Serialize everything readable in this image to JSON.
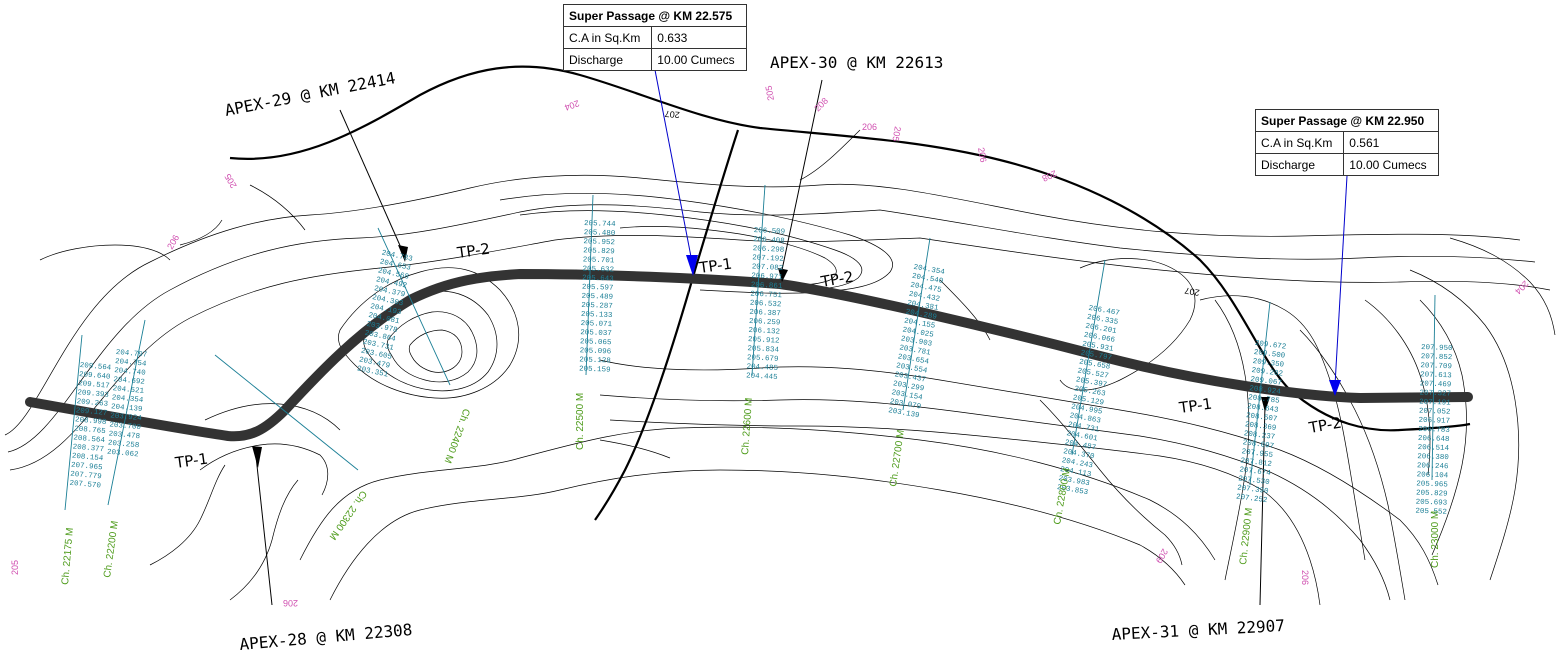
{
  "passages": [
    {
      "title": "Super Passage @ KM 22.575",
      "ca_label": "C.A in Sq.Km",
      "ca_value": "0.633",
      "discharge_label": "Discharge",
      "discharge_value": "10.00 Cumecs"
    },
    {
      "title": "Super Passage @ KM 22.950",
      "ca_label": "C.A in Sq.Km",
      "ca_value": "0.561",
      "discharge_label": "Discharge",
      "discharge_value": "10.00 Cumecs"
    }
  ],
  "apex_labels": [
    "APEX-28 @ KM 22308",
    "APEX-29 @ KM 22414",
    "APEX-30 @ KM 22613",
    "APEX-31 @ KM 22907"
  ],
  "tp_labels": [
    "TP-1",
    "TP-2",
    "TP-1",
    "TP-2",
    "TP-1",
    "TP-2"
  ],
  "chainages": [
    "Ch. 22175 M",
    "Ch. 22200 M",
    "Ch. 22300 M",
    "Ch. 22400 M",
    "Ch. 22500 M",
    "Ch. 22600 M",
    "Ch. 22700 M",
    "Ch. 22800 M",
    "Ch. 22900 M",
    "Ch. 23000 M"
  ],
  "contour_labels": [
    "205",
    "206",
    "204",
    "207",
    "205",
    "208",
    "206",
    "205",
    "206",
    "208",
    "207",
    "206",
    "206",
    "205",
    "204",
    "209"
  ],
  "level_columns": [
    [
      "209.564",
      "209.640",
      "209.517",
      "209.393",
      "209.263",
      "209.127",
      "208.998",
      "208.765",
      "208.564",
      "208.377",
      "208.154",
      "207.965",
      "207.779",
      "207.570"
    ],
    [
      "204.797",
      "204.754",
      "204.740",
      "204.692",
      "204.521",
      "204.354",
      "204.139",
      "203.924",
      "203.700",
      "203.478",
      "203.258",
      "203.062"
    ],
    [
      "204.783",
      "204.653",
      "204.568",
      "204.492",
      "204.379",
      "204.303",
      "204.193",
      "204.081",
      "203.978",
      "203.864",
      "203.731",
      "203.605",
      "203.479",
      "203.351"
    ],
    [
      "205.744",
      "205.480",
      "205.952",
      "205.829",
      "205.701",
      "205.632",
      "205.643",
      "205.597",
      "205.489",
      "205.287",
      "205.133",
      "205.071",
      "205.037",
      "205.065",
      "205.096",
      "205.128",
      "205.159"
    ],
    [
      "206.509",
      "206.408",
      "206.298",
      "207.192",
      "207.082",
      "206.971",
      "206.861",
      "206.751",
      "206.532",
      "206.387",
      "206.259",
      "206.132",
      "205.912",
      "205.834",
      "205.679",
      "204.485",
      "204.445"
    ],
    [
      "204.354",
      "204.540",
      "204.475",
      "204.432",
      "204.381",
      "204.289",
      "204.155",
      "204.025",
      "203.903",
      "203.781",
      "203.654",
      "203.554",
      "203.437",
      "203.299",
      "203.154",
      "203.079",
      "203.139"
    ],
    [
      "206.467",
      "206.335",
      "206.201",
      "206.066",
      "205.931",
      "205.797",
      "205.658",
      "205.527",
      "205.397",
      "205.263",
      "205.129",
      "204.995",
      "204.863",
      "204.731",
      "204.601",
      "204.487",
      "204.370",
      "204.243",
      "204.113",
      "203.983",
      "203.853"
    ],
    [
      "209.672",
      "209.500",
      "209.350",
      "209.202",
      "209.067",
      "208.924",
      "208.785",
      "208.643",
      "208.507",
      "208.369",
      "208.237",
      "208.097",
      "207.955",
      "207.812",
      "207.674",
      "207.530",
      "207.390",
      "207.252"
    ],
    [
      "207.950",
      "207.852",
      "207.709",
      "207.613",
      "207.469",
      "207.327",
      "207.191",
      "207.052",
      "206.917",
      "206.783",
      "206.648",
      "206.514",
      "206.380",
      "206.246",
      "206.104",
      "205.965",
      "205.829",
      "205.693",
      "205.552"
    ]
  ]
}
